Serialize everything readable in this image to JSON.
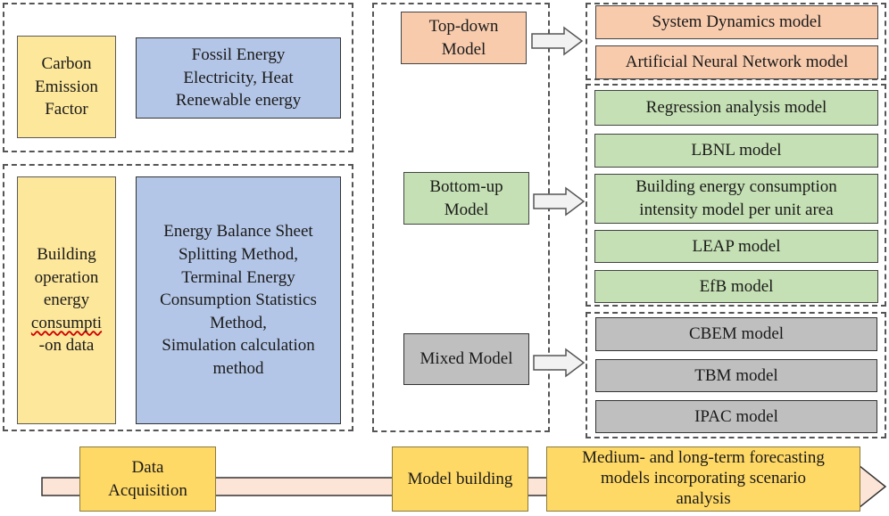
{
  "carbon_section": {
    "factor_label": "Carbon\nEmission\nFactor",
    "energy_types": "Fossil Energy\nElectricity, Heat\nRenewable energy"
  },
  "building_section": {
    "data_label_part1": "Building\noperation\nenergy\n",
    "data_label_part2": "consumpti",
    "data_label_part3": "\n-on data",
    "methods": "Energy Balance Sheet\nSplitting Method,\nTerminal Energy\nConsumption Statistics\nMethod,\nSimulation calculation\nmethod"
  },
  "model_types": {
    "top_down": "Top-down\nModel",
    "bottom_up": "Bottom-up\nModel",
    "mixed": "Mixed Model"
  },
  "top_down_models": [
    "System Dynamics model",
    "Artificial Neural Network model"
  ],
  "bottom_up_models": [
    "Regression analysis model",
    "LBNL model",
    "Building energy consumption\nintensity model per unit area",
    "LEAP model",
    "EfB model"
  ],
  "mixed_models": [
    "CBEM model",
    "TBM model",
    "IPAC model"
  ],
  "process": {
    "step1": "Data\nAcquisition",
    "step2": "Model building",
    "step3": "Medium- and long-term forecasting\nmodels incorporating scenario\nanalysis"
  },
  "colors": {
    "yellow": "#fde79a",
    "blue": "#b4c6e7",
    "orange": "#f8cbad",
    "green": "#c5e0b4",
    "gray": "#bfbfbf",
    "gold": "#ffd966",
    "process_arrow": "#fce4d6"
  }
}
